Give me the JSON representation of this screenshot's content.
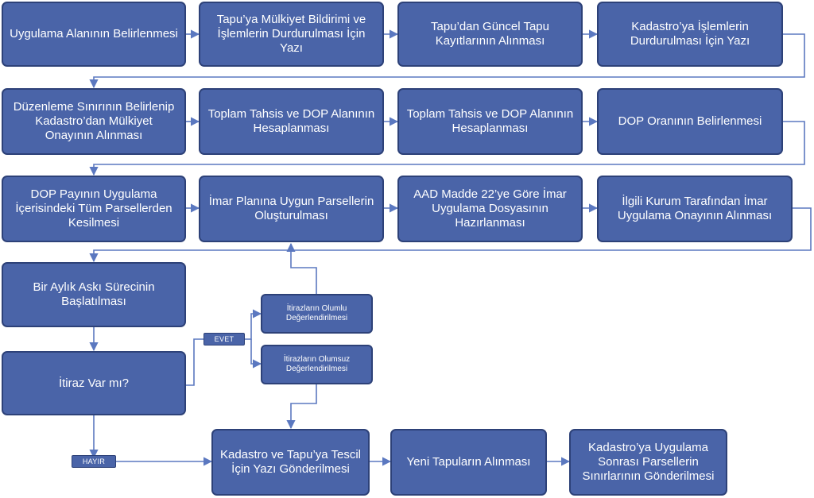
{
  "flowchart": {
    "nodes": {
      "n1": "Uygulama Alanının Belirlenmesi",
      "n2": "Tapu’ya Mülkiyet Bildirimi ve İşlemlerin Durdurulması İçin Yazı",
      "n3": "Tapu’dan Güncel Tapu Kayıtlarının Alınması",
      "n4": "Kadastro’ya İşlemlerin Durdurulması İçin Yazı",
      "n5": "Düzenleme Sınırının Belirlenip Kadastro’dan Mülkiyet Onayının Alınması",
      "n6": "Toplam Tahsis ve DOP Alanının Hesaplanması",
      "n7": "Toplam Tahsis ve DOP Alanının Hesaplanması",
      "n8": "DOP Oranının Belirlenmesi",
      "n9": "DOP Payının Uygulama İçerisindeki Tüm Parsellerden Kesilmesi",
      "n10": "İmar Planına Uygun Parsellerin Oluşturulması",
      "n11": "AAD Madde 22’ye Göre İmar Uygulama Dosyasının Hazırlanması",
      "n12": "İlgili Kurum Tarafından İmar Uygulama Onayının Alınması",
      "n13": "Bir Aylık Askı Sürecinin Başlatılması",
      "n14": "İtiraz Var mı?",
      "n15": "İtirazların Olumlu Değerlendirilmesi",
      "n16": "İtirazların Olumsuz Değerlendirilmesi",
      "n17": "Kadastro ve Tapu’ya Tescil İçin Yazı Gönderilmesi",
      "n18": "Yeni Tapuların Alınması",
      "n19": "Kadastro’ya Uygulama Sonrası Parsellerin Sınırlarının Gönderilmesi"
    },
    "labels": {
      "evet": "EVET",
      "hayir": "HAYIR"
    }
  },
  "colors": {
    "box_fill": "#4a64a8",
    "box_border": "#2d4178",
    "connector": "#5b78c0",
    "text": "#ffffff"
  }
}
